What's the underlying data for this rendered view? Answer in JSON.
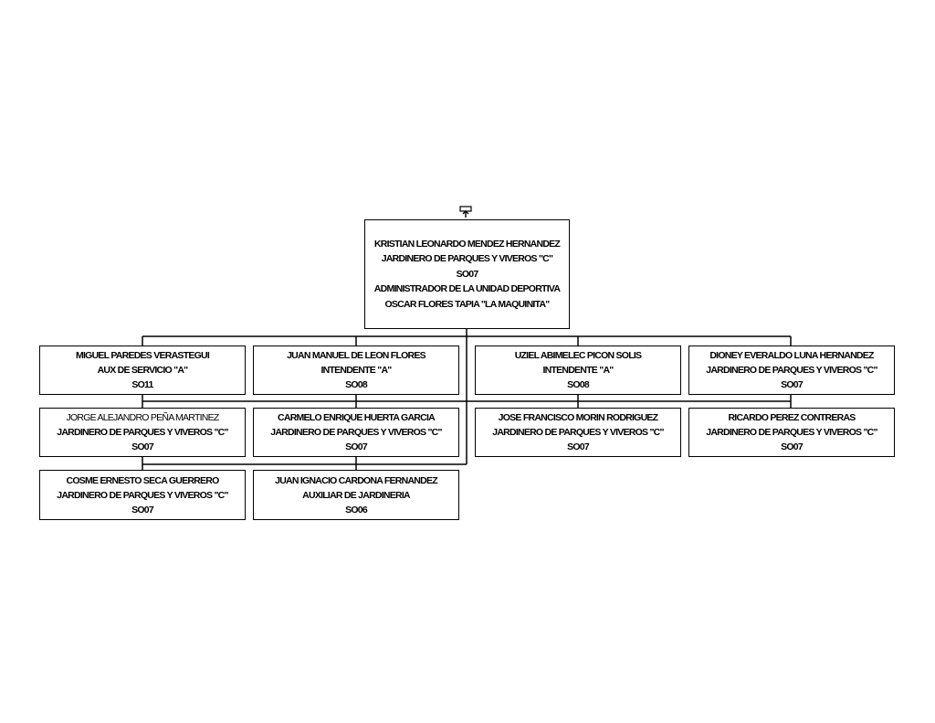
{
  "root": {
    "name": "KRISTIAN LEONARDO MENDEZ HERNANDEZ",
    "title": "JARDINERO DE PARQUES Y VIVEROS \"C\"",
    "code": "SO07",
    "role": "ADMINISTRADOR DE LA UNIDAD DEPORTIVA OSCAR FLORES TAPIA \"LA MAQUINITA\""
  },
  "row1": [
    {
      "name": "MIGUEL PAREDES VERASTEGUI",
      "title": "AUX DE SERVICIO \"A\"",
      "code": "SO11"
    },
    {
      "name": "JUAN MANUEL DE LEON FLORES",
      "title": "INTENDENTE \"A\"",
      "code": "SO08"
    },
    {
      "name": "UZIEL ABIMELEC PICON SOLIS",
      "title": "INTENDENTE \"A\"",
      "code": "SO08"
    },
    {
      "name": "DIONEY EVERALDO LUNA HERNANDEZ",
      "title": "JARDINERO DE PARQUES Y VIVEROS \"C\"",
      "code": "SO07"
    }
  ],
  "row2": [
    {
      "name": "JORGE ALEJANDRO PEÑA MARTINEZ",
      "title": "JARDINERO DE PARQUES Y VIVEROS \"C\"",
      "code": "SO07"
    },
    {
      "name": "CARMELO ENRIQUE HUERTA GARCIA",
      "title": "JARDINERO DE PARQUES Y VIVEROS \"C\"",
      "code": "SO07"
    },
    {
      "name": "JOSE FRANCISCO MORIN RODRIGUEZ",
      "title": "JARDINERO DE PARQUES Y VIVEROS \"C\"",
      "code": "SO07"
    },
    {
      "name": "RICARDO PEREZ CONTRERAS",
      "title": "JARDINERO DE PARQUES Y VIVEROS \"C\"",
      "code": "SO07"
    }
  ],
  "row3": [
    {
      "name": "COSME ERNESTO SECA GUERRERO",
      "title": "JARDINERO DE PARQUES Y VIVEROS \"C\"",
      "code": "SO07"
    },
    {
      "name": "JUAN IGNACIO CARDONA FERNANDEZ",
      "title": "AUXILIAR DE JARDINERIA",
      "code": "SO06"
    }
  ]
}
